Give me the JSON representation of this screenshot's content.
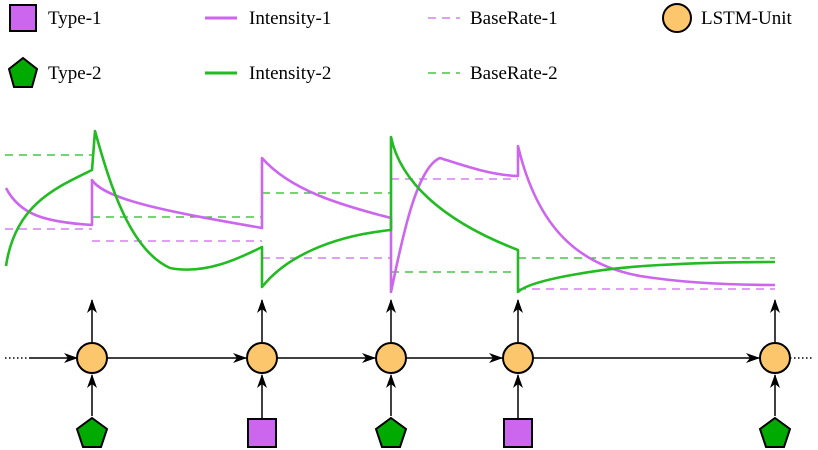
{
  "legend": {
    "type1": "Type-1",
    "type2": "Type-2",
    "intensity1": "Intensity-1",
    "intensity2": "Intensity-2",
    "baserate1": "BaseRate-1",
    "baserate2": "BaseRate-2",
    "lstm": "LSTM-Unit"
  },
  "colors": {
    "type1": "#cc66ee",
    "type2": "#00aa00",
    "intensity1": "#cc66ee",
    "intensity2": "#22bb22",
    "lstm_fill": "#fcc66c",
    "arrow": "#000000"
  },
  "events": [
    {
      "type": "Type-2",
      "shape": "pentagon"
    },
    {
      "type": "Type-1",
      "shape": "square"
    },
    {
      "type": "Type-2",
      "shape": "pentagon"
    },
    {
      "type": "Type-1",
      "shape": "square"
    },
    {
      "type": "Type-2",
      "shape": "pentagon"
    }
  ]
}
